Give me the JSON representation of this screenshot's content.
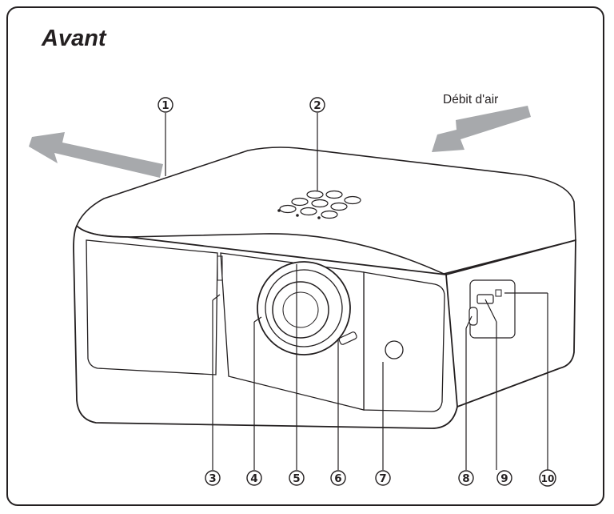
{
  "title": "Avant",
  "airflow_label": "Débit d'air",
  "callouts": [
    {
      "id": 1,
      "label": "1"
    },
    {
      "id": 2,
      "label": "2"
    },
    {
      "id": 3,
      "label": "3"
    },
    {
      "id": 4,
      "label": "4"
    },
    {
      "id": 5,
      "label": "5"
    },
    {
      "id": 6,
      "label": "6"
    },
    {
      "id": 7,
      "label": "7"
    },
    {
      "id": 8,
      "label": "8"
    },
    {
      "id": 9,
      "label": "9"
    },
    {
      "id": 10,
      "label": "10"
    }
  ],
  "colors": {
    "line": "#231f20",
    "arrow": "#a7a9ac",
    "body": "#ffffff"
  }
}
